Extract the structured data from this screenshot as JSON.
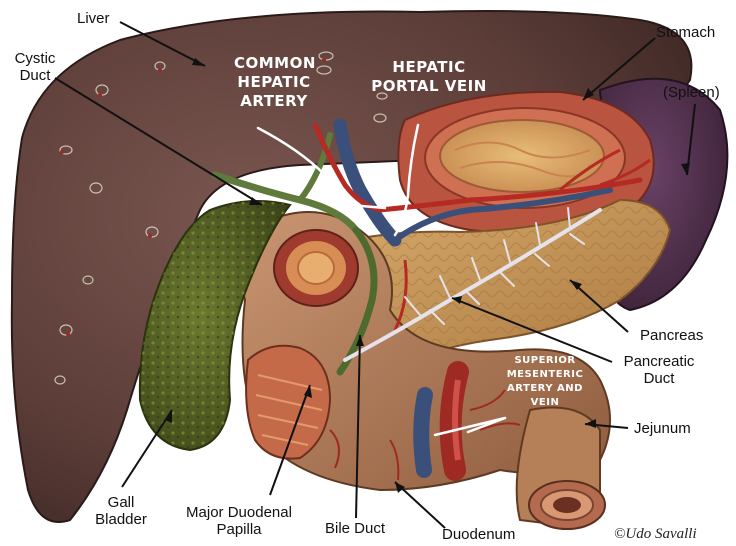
{
  "labels": {
    "liver": "Liver",
    "cystic_duct_1": "Cystic",
    "cystic_duct_2": "Duct",
    "stomach": "Stomach",
    "spleen": "(Spleen)",
    "pancreas": "Pancreas",
    "pancreatic_duct_1": "Pancreatic",
    "pancreatic_duct_2": "Duct",
    "jejunum": "Jejunum",
    "gall_bladder_1": "Gall",
    "gall_bladder_2": "Bladder",
    "major_duodenal_papilla_1": "Major  Duodenal",
    "major_duodenal_papilla_2": "Papilla",
    "bile_duct": "Bile  Duct",
    "duodenum": "Duodenum"
  },
  "overlay_labels": {
    "common_hepatic_artery": [
      "COMMON",
      "HEPATIC",
      "ARTERY"
    ],
    "hepatic_portal_vein": [
      "HEPATIC",
      "PORTAL VEIN"
    ],
    "superior_mesenteric": [
      "SUPERIOR",
      "MESENTERIC",
      "ARTERY AND",
      "VEIN"
    ]
  },
  "credit": "©Udo Savalli",
  "colors": {
    "liver": "#5a3a36",
    "gall_bladder": "#4d5a22",
    "stomach": "#b8543f",
    "spleen": "#4a2c46",
    "pancreas": "#c6955a",
    "duodenum": "#b07a55",
    "artery": "#b52a23",
    "vein": "#3a4f7a",
    "bile": "#5f7a3a"
  }
}
